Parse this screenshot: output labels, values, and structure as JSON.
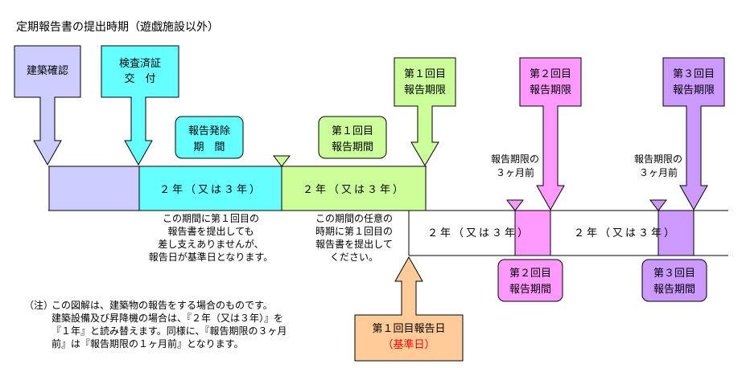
{
  "title": "定期報告書の提出時期（遊戯施設以外）",
  "boxes": {
    "kenchiku_kakunin": "建築確認",
    "kensa_line1": "検査済証",
    "kensa_line2": "交　付",
    "menjo_line1": "報告発除",
    "menjo_line2": "期　間",
    "kikan1_line1": "第１回目",
    "kikan1_line2": "報告期間",
    "kigen1_line1": "第１回目",
    "kigen1_line2": "報告期限",
    "kigen2_line1": "第２回目",
    "kigen2_line2": "報告期限",
    "kigen3_line1": "第３回目",
    "kigen3_line2": "報告期限",
    "kikan2_line1": "第２回目",
    "kikan2_line2": "報告期間",
    "kikan3_line1": "第３回目",
    "kikan3_line2": "報告期間",
    "houkokubi_line1": "第１回目報告日",
    "houkokubi_line2": "（基準日）"
  },
  "periods": {
    "p1": "２年（又は３年）",
    "p2": "２年（又は３年）",
    "p3": "２年（又は３年）",
    "p4": "２年（又は３年）"
  },
  "notes": {
    "n1_l1": "この期間に第１回目の",
    "n1_l2": "報告書を提出しても",
    "n1_l3": "差し支えありませんが、",
    "n1_l4": "報告日が基準日となります。",
    "n2_l1": "この期間の任意の",
    "n2_l2": "時期に第１回目の",
    "n2_l3": "報告書を提出して",
    "n2_l4": "ください。",
    "mae2_l1": "報告期限の",
    "mae2_l2": "３ヶ月前",
    "mae3_l1": "報告期限の",
    "mae3_l2": "３ヶ月前"
  },
  "footnote": {
    "label": "（注）",
    "l1": "この図解は、建築物の報告をする場合のものです。",
    "l2": "建築設備及び昇降機の場合は、『２年（又は３年）』を",
    "l3": "『１年』と読み替えます。同様に、『報告期限の３ヶ月",
    "l4": "前』は『報告期限の１ヶ月前』となります。"
  },
  "colors": {
    "lavender": "#ccccff",
    "cyan": "#66ffff",
    "green": "#ccff99",
    "pink": "#ff99ff",
    "purple": "#cc99ff",
    "orange": "#ffcc99",
    "red_text": "#ff0000"
  }
}
